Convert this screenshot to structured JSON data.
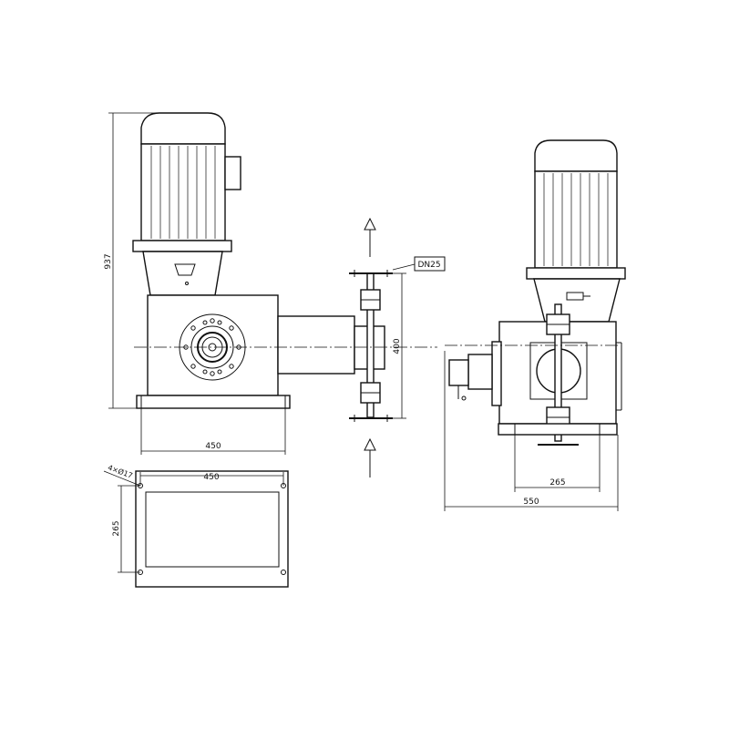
{
  "diagram": {
    "labels": {
      "height_overall": "937",
      "front_width": "450",
      "port_size": "DN25",
      "port_spacing": "400",
      "base_width": "450",
      "base_depth": "265",
      "mount_holes": "4×Ø17",
      "side_base_width": "265",
      "side_overall_width": "550"
    }
  }
}
